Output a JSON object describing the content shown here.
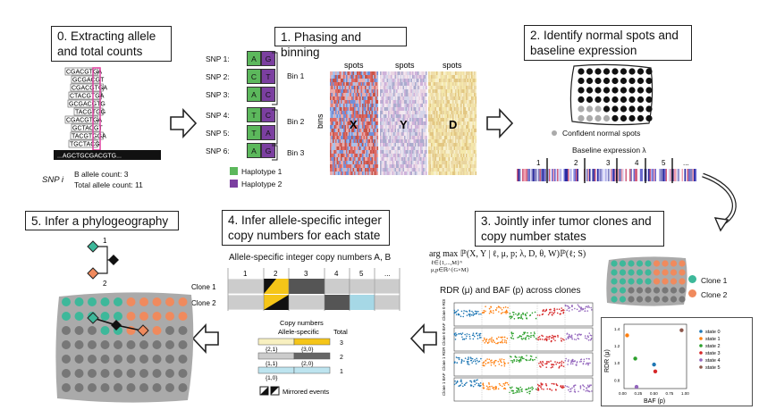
{
  "steps": {
    "s0": {
      "title_line1": "0. Extracting allele",
      "title_line2": "and total counts"
    },
    "s1": {
      "title": "1. Phasing and binning"
    },
    "s2": {
      "title_line1": "2. Identify normal spots and",
      "title_line2": "baseline expression"
    },
    "s3": {
      "title_line1": "3. Jointly infer tumor clones and",
      "title_line2": "copy number states"
    },
    "s4": {
      "title_line1": "4. Infer allele-specific integer",
      "title_line2": "copy numbers for each state"
    },
    "s5": {
      "title": "5. Infer a phylogeography"
    }
  },
  "panel0": {
    "snp_label": "SNP i",
    "b_allele": "B allele count: 3",
    "total_allele": "Total allele count: 11",
    "reads": [
      "CGACGTGA",
      "GCGACGT",
      "CGACGTGA",
      "CTACGTGA",
      "GCGACGTG",
      "TACGTGG",
      "CGACGTGA",
      "GCTACGT",
      "TACGTGGA",
      "TGCTACG"
    ],
    "reference": "...AGCTGCGACGTG..."
  },
  "panel1": {
    "snps": [
      {
        "label": "SNP 1:",
        "a": "A",
        "b": "G"
      },
      {
        "label": "SNP 2:",
        "a": "C",
        "b": "T"
      },
      {
        "label": "SNP 3:",
        "a": "A",
        "b": "C"
      },
      {
        "label": "SNP 4:",
        "a": "T",
        "b": "C"
      },
      {
        "label": "SNP 5:",
        "a": "T",
        "b": "A"
      },
      {
        "label": "SNP 6:",
        "a": "A",
        "b": "G"
      }
    ],
    "bins": [
      "Bin 1",
      "Bin 2",
      "Bin 3"
    ],
    "legend": [
      "Haplotype 1",
      "Haplotype 2"
    ],
    "matrix_header": "spots",
    "matrix_row_label": "bins",
    "matrices": [
      "X",
      "Y",
      "D"
    ]
  },
  "panel2": {
    "confident": "Confident normal spots",
    "baseline": "Baseline expression λ",
    "segments": [
      "1",
      "2",
      "3",
      "4",
      "5",
      "..."
    ]
  },
  "panel3": {
    "argmax": "arg max ℙ(X, Y | ℓ, μ, p; λ, D, θ, W)ℙ(ℓ; S)",
    "argmax_sub1": "ℓ∈{1,...,M}ᴺ",
    "argmax_sub2": "μ,p∈ℝ^{G×M}",
    "rdr_title": "RDR (μ) and BAF (p) across clones",
    "clone_legend": [
      "Clone 1",
      "Clone 2"
    ],
    "scatter_xlabel": "BAF (p)",
    "scatter_ylabel": "RDR (μ)",
    "state_legend": [
      "state 0",
      "state 1",
      "state 2",
      "state 3",
      "state 4",
      "state 5"
    ],
    "track_labels": [
      "Clone 0 RDR",
      "Clone 0 BAF",
      "Clone 1 RDR",
      "Clone 1 BAF"
    ]
  },
  "panel4": {
    "table_title": "Allele-specific integer copy numbers A, B",
    "cols": [
      "1",
      "2",
      "3",
      "4",
      "5",
      "..."
    ],
    "rows": [
      "Clone 1",
      "Clone 2"
    ],
    "cn_title": "Copy numbers",
    "cn_allele": "Allele-specific",
    "cn_total": "Total",
    "cn_rows": [
      {
        "allele": "{2,1}",
        "allele2": "{3,0}",
        "total": "3"
      },
      {
        "allele": "{1,1}",
        "allele2": "{2,0}",
        "total": "2"
      },
      {
        "allele": "{1,0}",
        "allele2": "",
        "total": "1"
      }
    ],
    "mirrored": "Mirrored events"
  },
  "panel5": {
    "tree_labels": [
      "1",
      "2"
    ]
  },
  "chart_data": [
    {
      "type": "scatter",
      "title": "",
      "xlabel": "BAF (p)",
      "ylabel": "RDR (μ)",
      "xlim": [
        0.0,
        1.0
      ],
      "ylim": [
        0.7,
        1.45
      ],
      "xticks": [
        "0.00",
        "0.25",
        "0.50",
        "0.75",
        "1.00"
      ],
      "yticks": [
        "0.8",
        "1.0",
        "1.2",
        "1.4"
      ],
      "legend": "right",
      "series": [
        {
          "name": "state 0",
          "color": "#1f77b4",
          "x": [
            0.48
          ],
          "y": [
            0.98
          ]
        },
        {
          "name": "state 1",
          "color": "#ff7f0e",
          "x": [
            0.05
          ],
          "y": [
            1.32
          ]
        },
        {
          "name": "state 2",
          "color": "#2ca02c",
          "x": [
            0.18
          ],
          "y": [
            1.05
          ]
        },
        {
          "name": "state 3",
          "color": "#d62728",
          "x": [
            0.5
          ],
          "y": [
            0.9
          ]
        },
        {
          "name": "state 4",
          "color": "#9467bd",
          "x": [
            0.2
          ],
          "y": [
            0.72
          ]
        },
        {
          "name": "state 5",
          "color": "#8c564b",
          "x": [
            0.92
          ],
          "y": [
            1.38
          ]
        }
      ]
    }
  ],
  "colors": {
    "hap1": "#5cb85c",
    "hap2": "#7b3fa0",
    "clone1": "#3db89a",
    "clone2": "#f08a5d",
    "pink": "#e040a0",
    "gold": "#f5c518"
  }
}
